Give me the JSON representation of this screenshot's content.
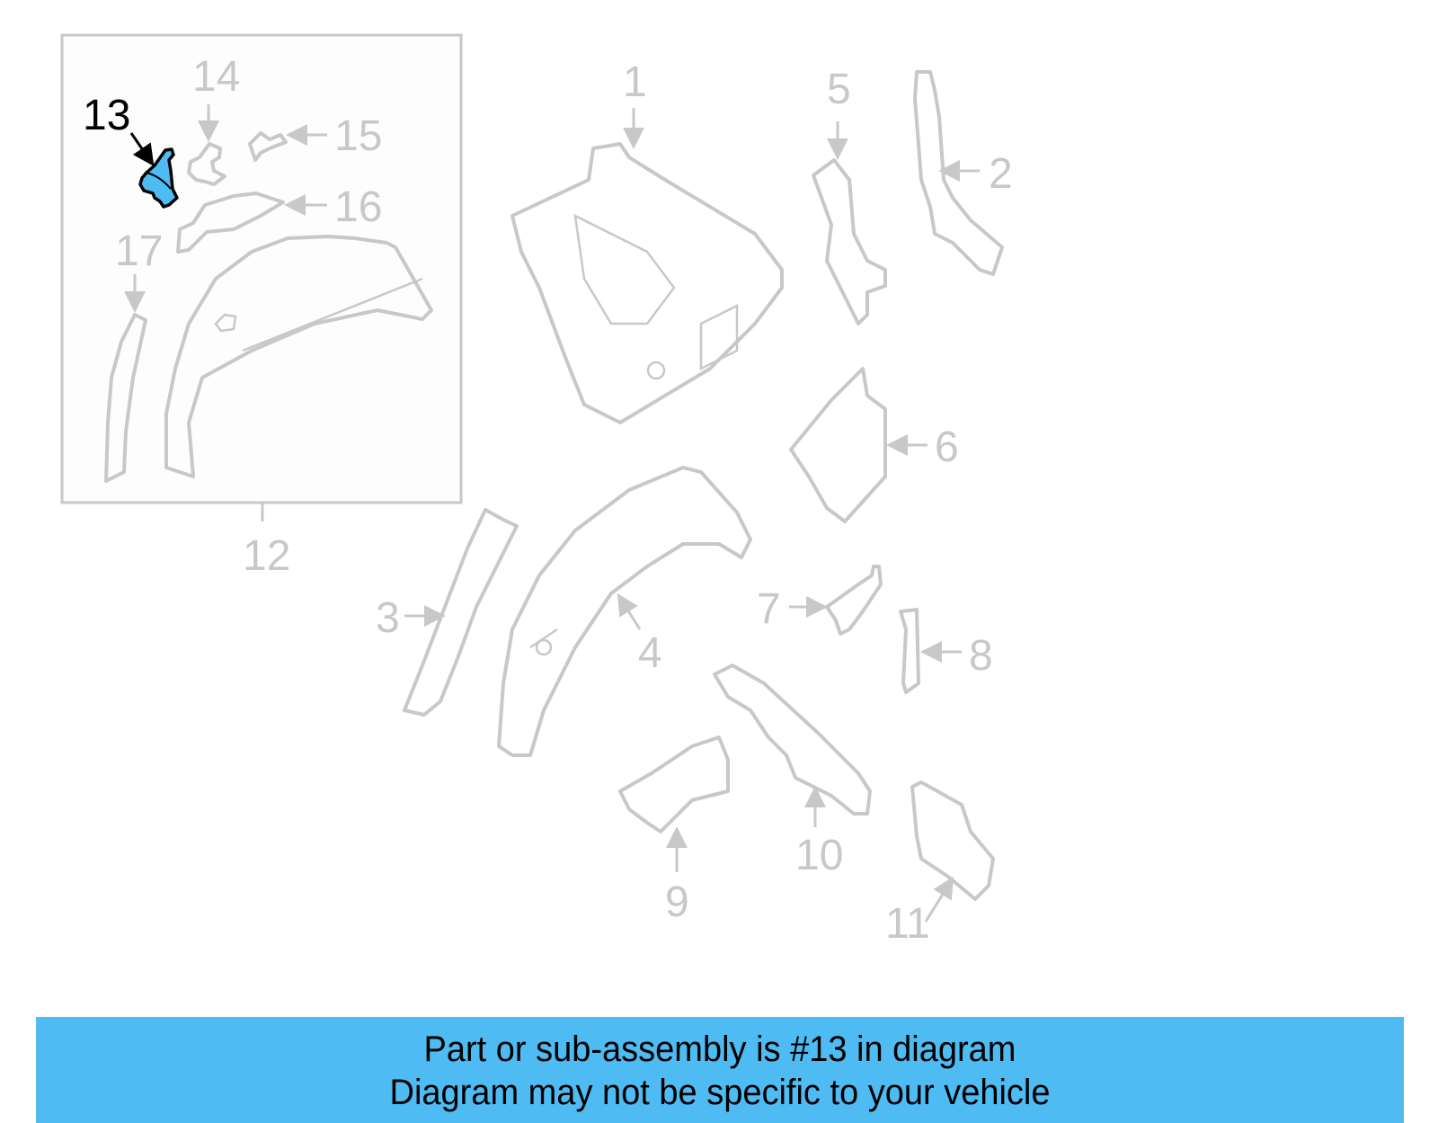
{
  "diagram": {
    "highlighted_part": "13",
    "highlight_color": "#4fbbf3",
    "inset_box_label": "12",
    "callouts": [
      {
        "id": "1",
        "label": "1"
      },
      {
        "id": "2",
        "label": "2"
      },
      {
        "id": "3",
        "label": "3"
      },
      {
        "id": "4",
        "label": "4"
      },
      {
        "id": "5",
        "label": "5"
      },
      {
        "id": "6",
        "label": "6"
      },
      {
        "id": "7",
        "label": "7"
      },
      {
        "id": "8",
        "label": "8"
      },
      {
        "id": "9",
        "label": "9"
      },
      {
        "id": "10",
        "label": "10"
      },
      {
        "id": "11",
        "label": "11"
      },
      {
        "id": "12",
        "label": "12"
      },
      {
        "id": "13",
        "label": "13"
      },
      {
        "id": "14",
        "label": "14"
      },
      {
        "id": "15",
        "label": "15"
      },
      {
        "id": "16",
        "label": "16"
      },
      {
        "id": "17",
        "label": "17"
      }
    ]
  },
  "banner": {
    "line1": "Part or sub-assembly is #13 in diagram",
    "line2": "Diagram may not be specific to your vehicle",
    "background": "#4fbbf3"
  }
}
